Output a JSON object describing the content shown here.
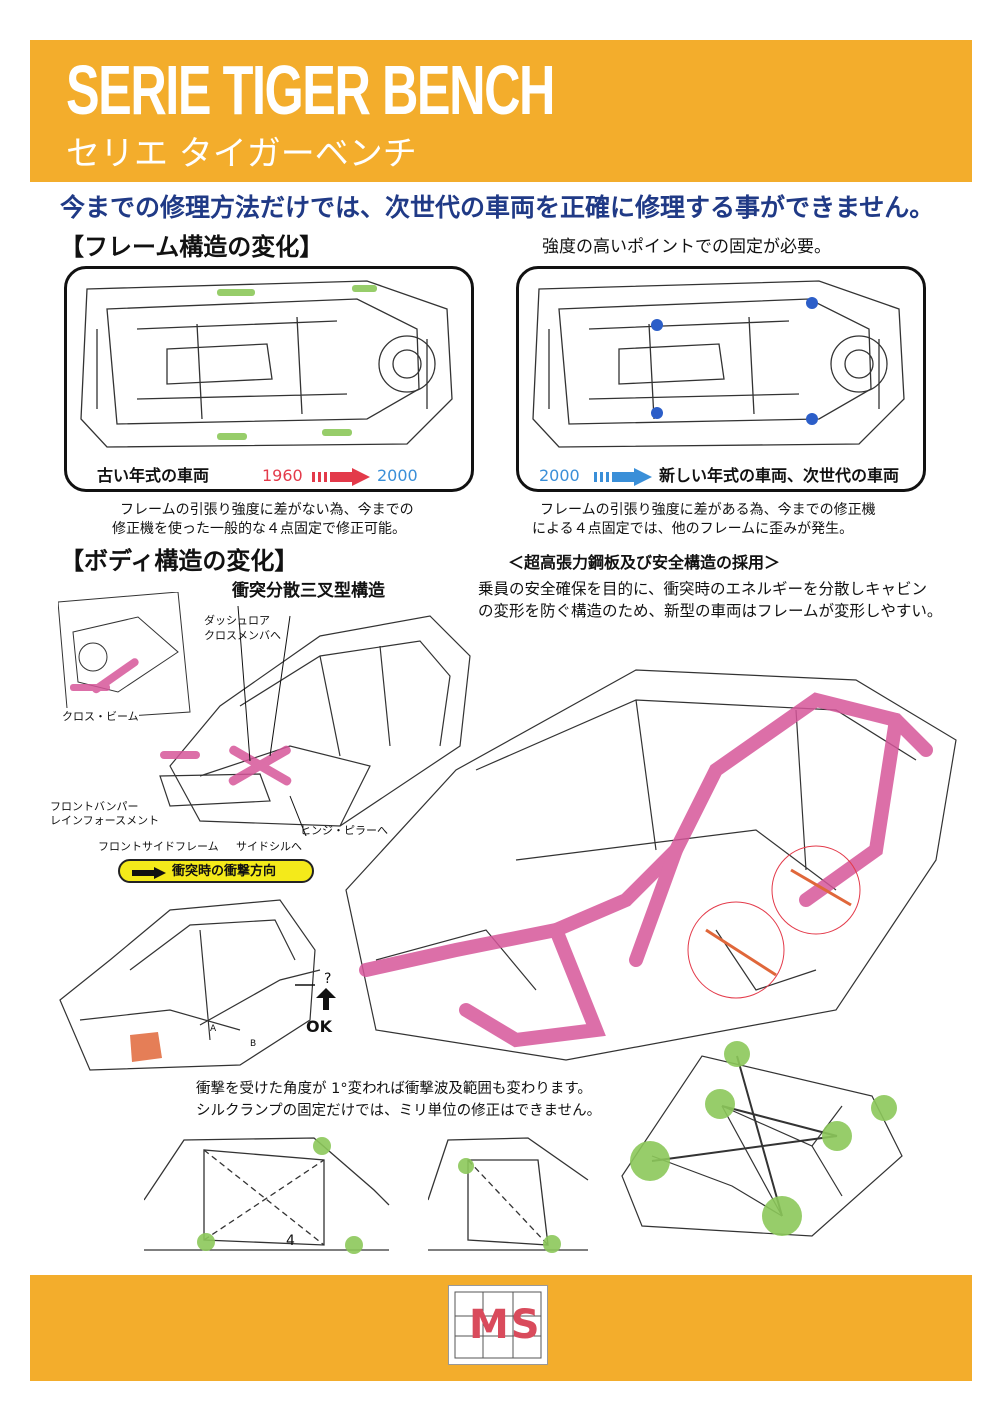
{
  "header": {
    "title_en": "SERIE TIGER BENCH",
    "title_jp": "セリエ タイガーベンチ"
  },
  "headline": "今までの修理方法だけでは、次世代の車両を正確に修理する事ができません。",
  "frame_section": {
    "title": "【フレーム構造の変化】",
    "right_note": "強度の高いポイントでの固定が必要。",
    "left_panel": {
      "label": "古い年式の車両",
      "year_from": "1960",
      "year_to": "2000",
      "caption_line1": "フレームの引張り強度に差がない為、今までの",
      "caption_line2": "修正機を使った一般的な４点固定で修正可能。"
    },
    "right_panel": {
      "year": "2000",
      "label": "新しい年式の車両、次世代の車両",
      "caption_line1": "フレームの引張り強度に差がある為、今までの修正機",
      "caption_line2": "による４点固定では、他のフレームに歪みが発生。"
    }
  },
  "body_section": {
    "title": "【ボディ構造の変化】",
    "subtitle": "＜超高張力鋼板及び安全構造の採用＞",
    "desc_line1": "乗員の安全確保を目的に、衝突時のエネルギーを分散しキャビン",
    "desc_line2": "の変形を防ぐ構造のため、新型の車両はフレームが変形しやすい。",
    "diagram_title": "衝突分散三叉型構造",
    "labels": {
      "dash": "ダッシュロア",
      "cross_member": "クロスメンバへ",
      "cross_beam": "クロス・ビーム",
      "front_bumper": "フロントバンパー",
      "reinforcement": "レインフォースメント",
      "front_side_frame": "フロントサイドフレーム",
      "side_sill": "サイドシルへ",
      "hinge_pillar": "ヒンジ・ピラーへ",
      "impact_direction": "衝突時の衝撃方向",
      "question": "?",
      "ok": "OK",
      "pt_a": "A",
      "pt_b": "B",
      "num_4": "4"
    },
    "impact_line1": "衝撃を受けた角度が 1°変われば衝撃波及範囲も変わります。",
    "impact_line2": "シルクランプの固定だけでは、ミリ単位の修正はできません。"
  },
  "footer": {
    "logo_text": "MS"
  },
  "colors": {
    "header_orange": "#f3ad2c",
    "headline_blue": "#203a86",
    "green_mark": "#8cc85a",
    "blue_mark": "#2c5ec8",
    "pink_frame": "#d6569a",
    "red_arrow": "#e33a4a",
    "blue_arrow": "#3a8fd8"
  }
}
